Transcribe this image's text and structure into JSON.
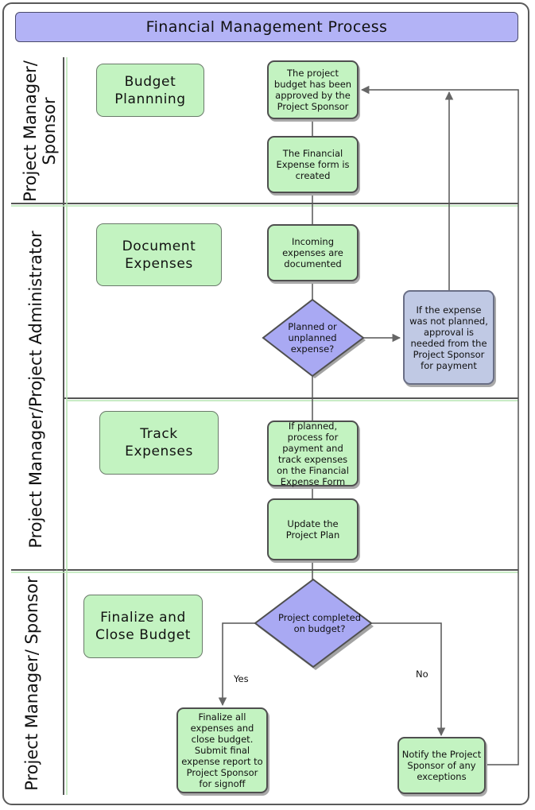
{
  "title": "Financial Management Process",
  "lanes": [
    {
      "label": "Project Manager/ Sponsor"
    },
    {
      "label": "Project Manager/Project Administrator"
    },
    {
      "label": "Project Manager/ Sponsor"
    }
  ],
  "phases": [
    {
      "label": "Budget Plannning"
    },
    {
      "label": "Document Expenses"
    },
    {
      "label": "Track Expenses"
    },
    {
      "label": "Finalize and Close Budget"
    }
  ],
  "nodes": {
    "budget_approved": "The project budget has been approved by the Project Sponsor",
    "expense_form_created": "The Financial Expense form is created",
    "incoming_documented": "Incoming expenses are documented",
    "planned_decision": "Planned or unplanned expense?",
    "unplanned_approval": "If the expense was not planned, approval is needed from the Project Sponsor for payment",
    "planned_track": "If planned, process for payment and track expenses on the Financial Expense Form",
    "update_plan": "Update the Project Plan",
    "completed_decision": "Project completed on budget?",
    "finalize_all": "Finalize all expenses and close budget. Submit final expense report to Project Sponsor for signoff",
    "notify_sponsor": "Notify the Project Sponsor of any exceptions"
  },
  "edge_labels": {
    "yes": "Yes",
    "no": "No"
  },
  "colors": {
    "title_fill": "#b3b3f6",
    "box_fill": "#c3f3c1",
    "decision_fill": "#a9a9f3",
    "note_fill": "#c0c9e4"
  }
}
